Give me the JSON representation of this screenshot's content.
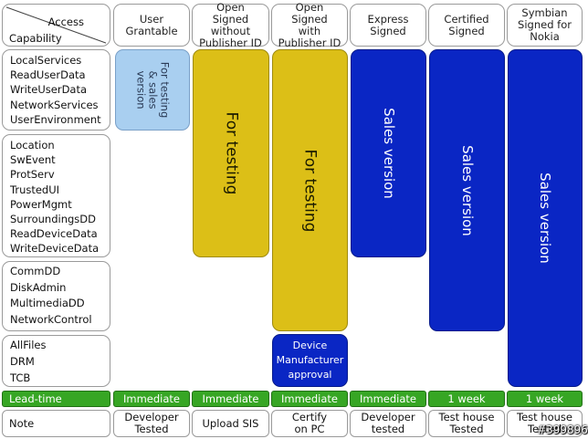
{
  "header": {
    "access_label": "Access",
    "capability_label": "Capability",
    "columns": [
      "User\nGrantable",
      "Open\nSigned\nwithout\nPublisher ID",
      "Open\nSigned\nwith\nPublisher ID",
      "Express\nSigned",
      "Certified\nSigned",
      "Symbian\nSigned for\nNokia"
    ]
  },
  "capability_groups": [
    [
      "LocalServices",
      "ReadUserData",
      "WriteUserData",
      "NetworkServices",
      "UserEnvironment"
    ],
    [
      "Location",
      "SwEvent",
      "ProtServ",
      "TrustedUI",
      "PowerMgmt",
      "SurroundingsDD",
      "ReadDeviceData",
      "WriteDeviceData"
    ],
    [
      "CommDD",
      "DiskAdmin",
      "MultimediaDD",
      "NetworkControl"
    ],
    [
      "AllFiles",
      "DRM",
      "TCB"
    ]
  ],
  "bars": {
    "user_grantable": "For testing\n& sales\nversion",
    "open_without": "For testing",
    "open_with": "For testing",
    "device_manufacturer": "Device\nManufacturer\napproval",
    "express": "Sales version",
    "certified": "Sales version",
    "nokia": "Sales version"
  },
  "lead_time": {
    "label": "Lead-time",
    "values": [
      "Immediate",
      "Immediate",
      "Immediate",
      "Immediate",
      "1 week",
      "1 week"
    ]
  },
  "note": {
    "label": "Note",
    "values": [
      "Developer\nTested",
      "Upload SIS",
      "Certify\non PC",
      "Developer\ntested",
      "Test house\nTested",
      "Test house\nTested"
    ]
  },
  "watermark": "#399896",
  "colors": {
    "light_blue": "#a9cff0",
    "yellow": "#dcbf17",
    "blue": "#0a26c4",
    "green": "#37a624"
  }
}
